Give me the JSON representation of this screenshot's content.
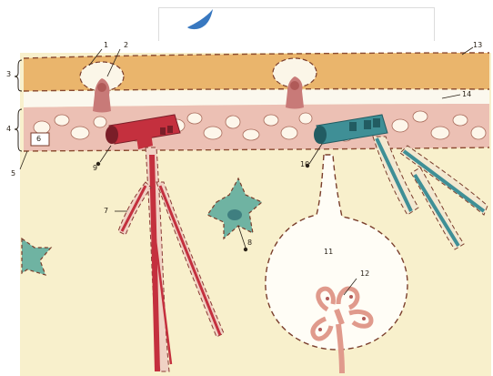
{
  "figure": {
    "labels": {
      "l1": "1",
      "l2": "2",
      "l3": "3",
      "l4": "4",
      "l5": "5",
      "l6": "6",
      "l7": "7",
      "l8": "8",
      "l9": "9",
      "l10": "10",
      "l11": "11",
      "l12": "12",
      "l13": "13",
      "l14": "14"
    },
    "colors": {
      "tissue_background": "#f8f0cc",
      "epithelium_orange": "#eab56c",
      "connective_pink": "#ecc0b4",
      "artery_red": "#c4303e",
      "vein_teal": "#3f8f96",
      "cell_teal": "#6fb3a2",
      "nucleus_brown": "#8a4f34",
      "outline_dark": "#6a3a2a"
    }
  }
}
